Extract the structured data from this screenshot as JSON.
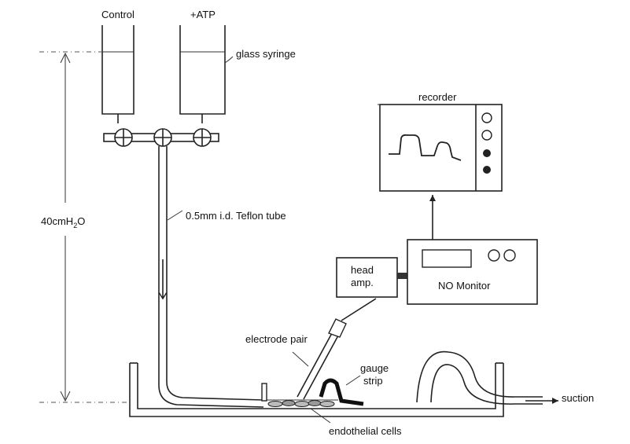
{
  "syringes": {
    "control_label": "Control",
    "atp_label": "+ATP",
    "syringe_label": "glass syringe"
  },
  "tube_label": "0.5mm i.d.  Teflon tube",
  "height_label": {
    "prefix": "40cmH",
    "subscript": "2",
    "suffix": "O"
  },
  "recorder_label": "recorder",
  "head_amp_label": {
    "line1": "head",
    "line2": "amp."
  },
  "monitor_label": "NO Monitor",
  "electrode_label": "electrode pair",
  "gauge_label": {
    "line1": "gauge",
    "line2": "strip"
  },
  "cells_label": "endothelial cells",
  "suction_label": "suction"
}
